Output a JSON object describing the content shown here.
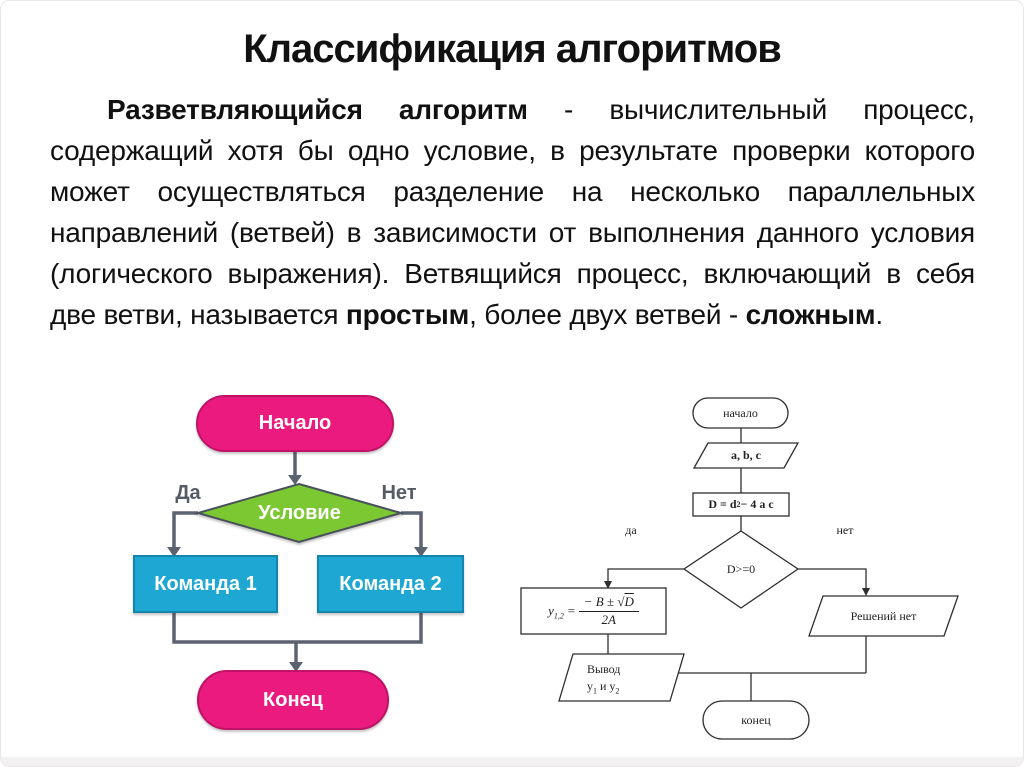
{
  "slide": {
    "title": "Классификация алгоритмов",
    "paragraph": {
      "runs": [
        {
          "text": "Разветвляющийся алгоритм",
          "bold": true
        },
        {
          "text": " - вычислительный процесс, содержащий хотя бы одно условие, в результате проверки которого может осуществляться разделение на несколько параллельных направлений (ветвей) в зависимости от выполнения данного условия (логического выражения). Ветвящийся процесс, включающий в себя две ветви, называется ",
          "bold": false
        },
        {
          "text": "простым",
          "bold": true
        },
        {
          "text": ", более двух ветвей - ",
          "bold": false
        },
        {
          "text": "сложным",
          "bold": true
        },
        {
          "text": ".",
          "bold": false
        }
      ]
    }
  },
  "left_flowchart": {
    "start": "Начало",
    "condition": "Условие",
    "branch_yes": "Да",
    "branch_no": "Нет",
    "command1": "Команда 1",
    "command2": "Команда 2",
    "end": "Конец",
    "colors": {
      "start_end_fill": "#ea1a7f",
      "start_end_border": "#c01368",
      "condition_fill": "#7cc832",
      "condition_border": "#49525c",
      "command_fill": "#1ea7d2",
      "command_border": "#1486ad",
      "connector": "#5b6270",
      "branch_label": "#565b66"
    }
  },
  "right_flowchart": {
    "start": "начало",
    "input": "a, b, c",
    "discriminant": {
      "prefix": "D = d",
      "sup": "2",
      "suffix": " − 4 a c"
    },
    "decision": "D>=0",
    "branch_yes": "да",
    "branch_no": "нет",
    "roots_formula": {
      "lhs": "у",
      "lhs_sub": "1,2",
      "equals": "=",
      "numerator_prefix": "− B ± ",
      "sqrt_sign": "√",
      "radicand": "D",
      "denominator": "2A"
    },
    "output": {
      "line1": "Вывод",
      "y1": "у",
      "y1_sub": "1",
      "conj": " и ",
      "y2": "у",
      "y2_sub": "2"
    },
    "no_solution": "Решений нет",
    "end": "конец",
    "colors": {
      "stroke": "#2e2e2e",
      "text": "#1f1f1f"
    }
  }
}
